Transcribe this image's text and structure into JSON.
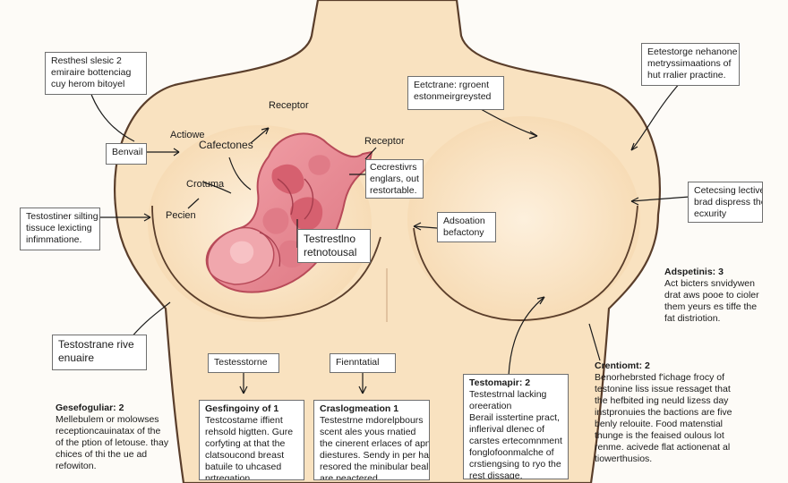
{
  "labels": {
    "receptor_top": "Receptor",
    "receptor_right": "Receptor",
    "actiowe": "Actiowe",
    "cafectones": "Cafectones",
    "crotuma": "Crotuma",
    "pecien": "Pecien"
  },
  "boxes": {
    "top_left": [
      "Resthesl slesic 2",
      "emiraire bottenciag",
      "cuy herom bitoyel"
    ],
    "benvail": "Benvail",
    "center_top": [
      "Eetctrane: rgroent",
      "estonmeirgreysted"
    ],
    "top_right": [
      "Eetestorge nehanone",
      "metryssimaations of",
      "hut rralier practine."
    ],
    "left_mid": [
      "Testostiner silting",
      "tissuce lexicting",
      "infimmatione."
    ],
    "cecrestivrs": [
      "Cecrestivrs",
      "englars, out",
      "restortable."
    ],
    "testrestino": [
      "Testrestlno",
      "retnotousal"
    ],
    "adsoation": [
      "Adsoation",
      "befactony"
    ],
    "right_mid": [
      "Cetecsing lectiver",
      "brad dispress the",
      "ecxurity"
    ],
    "testostrane_rive": [
      "Testostrane rive",
      "enuaire"
    ],
    "testestrone": "Testesstorne",
    "finntatial": "Fienntatial"
  },
  "panels": {
    "adspetinis": {
      "title": "Adspetinis: 3",
      "lines": [
        "Act bicters snvidywen",
        "drat aws pooe to cioler",
        "them yeurs es tiffe the",
        "fat distriotion."
      ]
    },
    "gesfoguliar": {
      "title": "Gesefoguliar: 2",
      "lines": [
        "Mellebulem or molowses",
        "receptioncauinatax of the",
        "of the ption of letouse. thay",
        "chices of thi the ue ad",
        "refowiton."
      ]
    },
    "gesfingointy": {
      "title": "Gesfingoiny of 1",
      "lines": [
        "Testcostame iffient",
        "rehsold higtten. Gure",
        "corfyting at that the",
        "clatsoucond breast",
        "batuile to uhcased",
        "prtregation."
      ]
    },
    "craslogmeation": {
      "title": "Craslogmeation 1",
      "lines": [
        "Testestrne mdorelpbours",
        "scent ales yous rnatied",
        "the cinerent erlaces of apnsar",
        "diestures. Sendy in per hat",
        "resored the minibular beall",
        "are peactered."
      ]
    },
    "testomapir": {
      "title": "Testomapir: 2",
      "lines": [
        "Testestrnal lacking",
        "oreeration",
        "Berail isstertine pract,",
        "inflerival dlenec of",
        "carstes ertecomnment",
        "fonglofoonmalche of",
        "crstiengsing to ryo the",
        "rest dissage."
      ]
    },
    "crentiomt": {
      "title": "Crentiomt: 2",
      "lines": [
        "Benorhebrsted f'ichage frocy of",
        "testonine liss issue ressaget that",
        "the hefbited ing neuld lizess day",
        "instpronuies the bactions are five",
        "benly relouite. Food matenstial",
        "thunge is the feaised oulous lot",
        "renme. acivede flat actionenat al",
        "tiowerthusios."
      ]
    }
  },
  "colors": {
    "skin": "#f9e2c0",
    "skin_outline": "#5a3e2b",
    "breast_glow": "#fbe8cf",
    "organ_main": "#ea8f97",
    "organ_dark": "#c95967",
    "organ_light": "#f6b3b7"
  }
}
